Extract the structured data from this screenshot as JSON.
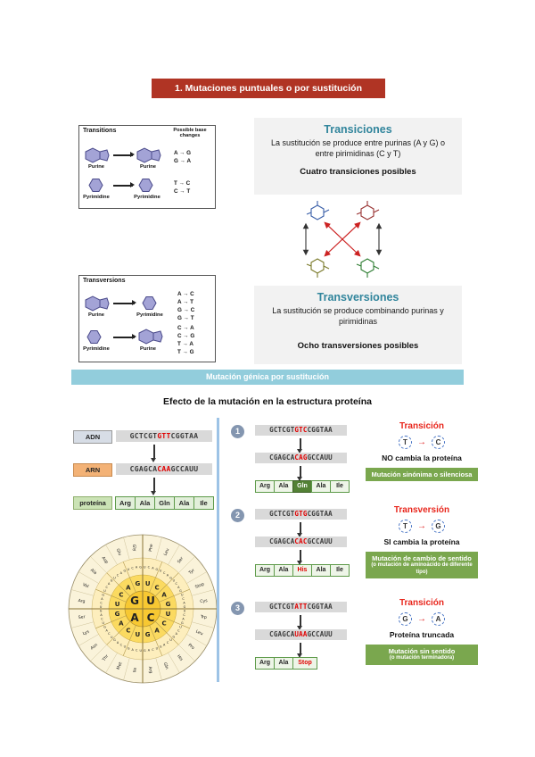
{
  "page": {
    "title": "1. Mutaciones puntuales o por sustitución"
  },
  "colors": {
    "accent_red": "#b03424",
    "teal": "#31859c",
    "banner_blue": "#92cddc",
    "green_box": "#7aa74e",
    "mutation_red": "#e00000"
  },
  "transitions_box": {
    "title": "Transitions",
    "note": "Possible base changes",
    "rows": [
      {
        "from": "Purine",
        "to": "Purine",
        "changes": [
          "A → G",
          "G → A"
        ]
      },
      {
        "from": "Pyrimidine",
        "to": "Pyrimidine",
        "changes": [
          "T → C",
          "C → T"
        ]
      }
    ]
  },
  "transversions_box": {
    "title": "Transversions",
    "rows": [
      {
        "from": "Purine",
        "to": "Pyrimidine",
        "changes": [
          "A → C",
          "A → T",
          "G → C",
          "G → T"
        ]
      },
      {
        "from": "Pyrimidine",
        "to": "Purine",
        "changes": [
          "C → A",
          "C → G",
          "T → A",
          "T → G"
        ]
      }
    ]
  },
  "transiciones_panel": {
    "title": "Transiciones",
    "body": "La sustitución se produce entre purinas (A y G) o entre pirimidinas (C y T)",
    "emphasis": "Cuatro transiciones posibles"
  },
  "transversiones_panel": {
    "title": "Transversiones",
    "body": "La sustitución se produce combinando purinas y pirimidinas",
    "emphasis": "Ocho transversiones posibles"
  },
  "banner": {
    "label": "Mutación génica por sustitución"
  },
  "section": {
    "title": "Efecto de la mutación en la estructura proteína"
  },
  "original": {
    "dna_label": "ADN",
    "rna_label": "ARN",
    "protein_label": "proteína",
    "dna": {
      "pre": "GCTCGT",
      "mut": "GTT",
      "post": "CGGTAA"
    },
    "rna": {
      "pre": "CGAGCA",
      "mut": "CAA",
      "post": "GCCAUU"
    },
    "protein": [
      "Arg",
      "Ala",
      "Gln",
      "Ala",
      "Ile"
    ]
  },
  "mutations": [
    {
      "num": "1",
      "type": "Transición",
      "dna": {
        "pre": "GCTCGT",
        "mut": "GTC",
        "post": "CGGTAA"
      },
      "rna": {
        "pre": "CGAGCA",
        "mut": "CAG",
        "post": "GCCAUU"
      },
      "protein": [
        "Arg",
        "Ala",
        "Gln",
        "Ala",
        "Ile"
      ],
      "from": "T",
      "to": "C",
      "result": "NO cambia la proteína",
      "box_main": "Mutación sinónima o silenciosa",
      "box_sub": ""
    },
    {
      "num": "2",
      "type": "Transversión",
      "dna": {
        "pre": "GCTCGT",
        "mut": "GTG",
        "post": "CGGTAA"
      },
      "rna": {
        "pre": "CGAGCA",
        "mut": "CAC",
        "post": "GCCAUU"
      },
      "protein": [
        "Arg",
        "Ala",
        "His",
        "Ala",
        "Ile"
      ],
      "from": "T",
      "to": "G",
      "result": "SI cambia la proteína",
      "box_main": "Mutación de cambio de sentido",
      "box_sub": "(o mutación de aminoácido de diferente tipo)"
    },
    {
      "num": "3",
      "type": "Transición",
      "dna": {
        "pre": "GCTCGT",
        "mut": "ATT",
        "post": "CGGTAA"
      },
      "rna": {
        "pre": "CGAGCA",
        "mut": "UAA",
        "post": "GCCAUU"
      },
      "protein": [
        "Arg",
        "Ala",
        "Stop"
      ],
      "from": "G",
      "to": "A",
      "result": "Proteína truncada",
      "box_main": "Mutación sin sentido",
      "box_sub": "(o mutación terminadora)"
    }
  ],
  "wheel": {
    "center": [
      "G",
      "U",
      "A",
      "C"
    ],
    "ring2": [
      "U",
      "C",
      "A",
      "G"
    ],
    "aminoacids": [
      "Phe",
      "Leu",
      "Ser",
      "Tyr",
      "Stop",
      "Cys",
      "Trp",
      "Leu",
      "Pro",
      "His",
      "Gln",
      "Arg",
      "Ile",
      "Met",
      "Thr",
      "Asn",
      "Lys",
      "Ser",
      "Arg",
      "Val",
      "Ala",
      "Asp",
      "Glu",
      "Gly"
    ]
  }
}
